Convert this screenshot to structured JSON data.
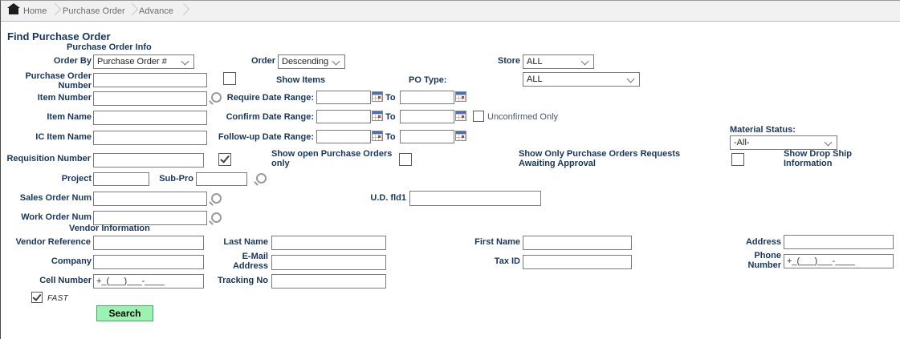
{
  "breadcrumb": {
    "items": [
      "Home",
      "Purchase Order",
      "Advance"
    ]
  },
  "page": {
    "title": "Find Purchase Order"
  },
  "sections": {
    "po_info": "Purchase Order Info",
    "vendor": "Vendor Information"
  },
  "labels": {
    "order_by": "Order By",
    "order": "Order",
    "store": "Store",
    "po_number": "Purchase Order Number",
    "show_items": "Show Items",
    "po_type": "PO Type:",
    "item_number": "Item Number",
    "require_range": "Require Date Range:",
    "to": "To",
    "item_name": "Item Name",
    "confirm_range": "Confirm Date Range:",
    "unconfirmed_only": "Unconfirmed Only",
    "ic_item_name": "IC Item Name",
    "follow_up_range": "Follow-up Date Range:",
    "material_status": "Material Status:",
    "requisition_number": "Requisition Number",
    "show_open": "Show open Purchase Orders only",
    "show_only_awaiting": "Show Only Purchase Orders Requests Awaiting Approval",
    "show_drop_ship": "Show Drop Ship Information",
    "project": "Project",
    "sub_pro": "Sub-Pro",
    "sales_order_num": "Sales Order Num",
    "ud_fld1": "U.D. fld1",
    "work_order_num": "Work Order Num",
    "vendor_reference": "Vendor Reference",
    "last_name": "Last Name",
    "first_name": "First Name",
    "address": "Address",
    "company": "Company",
    "email_address": "E-Mail Address",
    "tax_id": "Tax ID",
    "phone_number": "Phone Number",
    "cell_number": "Cell Number",
    "tracking_no": "Tracking No",
    "fast": "FAST"
  },
  "selects": {
    "order_by_value": "Purchase Order #",
    "order_value": "Descending",
    "store_value": "ALL",
    "po_type_value": "ALL",
    "material_status_value": "-All-"
  },
  "inputs": {
    "phone_mask": "+_(___)___-____",
    "cell_mask": "+_(___)___-____"
  },
  "checkboxes": {
    "show_items": false,
    "unconfirmed_only": false,
    "show_open": true,
    "show_only_awaiting": false,
    "show_drop_ship": false,
    "fast": true
  },
  "buttons": {
    "search": "Search"
  },
  "colors": {
    "label_navy": "#17365d",
    "search_button_bg": "#9cf3b1",
    "breadcrumb_bg": "#f1f1f1"
  }
}
